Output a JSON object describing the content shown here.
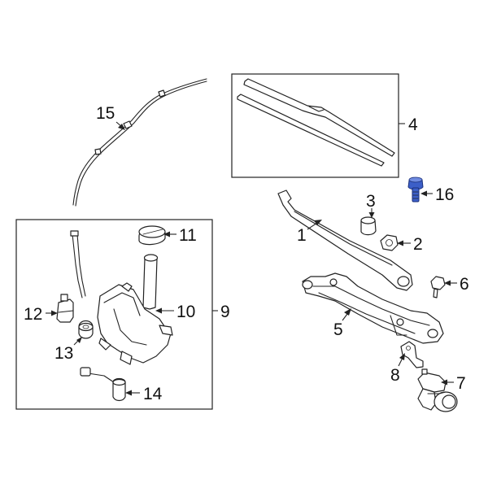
{
  "callouts": {
    "c1": "1",
    "c2": "2",
    "c3": "3",
    "c4": "4",
    "c5": "5",
    "c6": "6",
    "c7": "7",
    "c8": "8",
    "c9": "9",
    "c10": "10",
    "c11": "11",
    "c12": "12",
    "c13": "13",
    "c14": "14",
    "c15": "15",
    "c16": "16"
  },
  "colors": {
    "highlight_part": "#3c5fc8",
    "outline": "#222222",
    "background": "#ffffff"
  }
}
